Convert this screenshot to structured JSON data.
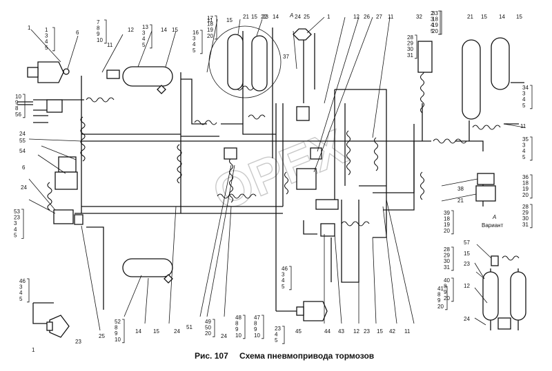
{
  "caption": {
    "number": "Рис. 107",
    "title": "Схема пневмопривода тормозов"
  },
  "watermark": "OPEX",
  "variant": {
    "letter": "А",
    "label": "Вариант"
  },
  "top_marker": "А",
  "stacks": {
    "s1": [
      "1",
      "3",
      "4",
      "5"
    ],
    "s2": [
      "7",
      "8",
      "9",
      "10"
    ],
    "s3": [
      "13",
      "3",
      "4",
      "5"
    ],
    "s4": [
      "16",
      "3",
      "4",
      "5"
    ],
    "s5": [
      "17",
      "18",
      "19",
      "20"
    ],
    "s6": [
      "10",
      "9",
      "8",
      "56"
    ],
    "s7": [
      "53",
      "23",
      "3",
      "4",
      "5"
    ],
    "s8": [
      "46",
      "3",
      "4",
      "5"
    ],
    "s9": [
      "2",
      "3",
      "4",
      "5"
    ],
    "s10": [
      "33",
      "18",
      "19",
      "20"
    ],
    "s11": [
      "28",
      "29",
      "30",
      "31"
    ],
    "s12": [
      "34",
      "3",
      "4",
      "5"
    ],
    "s13": [
      "35",
      "3",
      "4",
      "5"
    ],
    "s14": [
      "36",
      "18",
      "19",
      "20"
    ],
    "s15": [
      "28",
      "29",
      "30",
      "31"
    ],
    "s16": [
      "39",
      "18",
      "19",
      "20"
    ],
    "s17": [
      "28",
      "29",
      "30",
      "31"
    ],
    "s18": [
      "40",
      "8",
      "9",
      "20"
    ],
    "s19": [
      "41",
      "8",
      "9",
      "20"
    ],
    "s20": [
      "46",
      "3",
      "4",
      "5"
    ],
    "s21": [
      "47",
      "8",
      "9",
      "10"
    ],
    "s22": [
      "48",
      "8",
      "9",
      "10"
    ],
    "s23": [
      "52",
      "8",
      "9",
      "10"
    ],
    "s24": [
      "49",
      "50",
      "20"
    ],
    "s25": [
      "23",
      "4",
      "5"
    ]
  },
  "callouts": [
    "1",
    "6",
    "11",
    "12",
    "14",
    "15",
    "11",
    "15",
    "21",
    "15",
    "23",
    "14",
    "24",
    "1",
    "25",
    "12",
    "26",
    "27",
    "11",
    "32",
    "21",
    "15",
    "14",
    "15",
    "24",
    "55",
    "54",
    "6",
    "24",
    "3",
    "25",
    "14",
    "15",
    "24",
    "51",
    "24",
    "44",
    "43",
    "12",
    "23",
    "15",
    "42",
    "11",
    "45",
    "11",
    "57",
    "15",
    "23",
    "12",
    "24",
    "37",
    "38",
    "21",
    "14",
    "15",
    "1",
    "23",
    "24",
    "22"
  ]
}
